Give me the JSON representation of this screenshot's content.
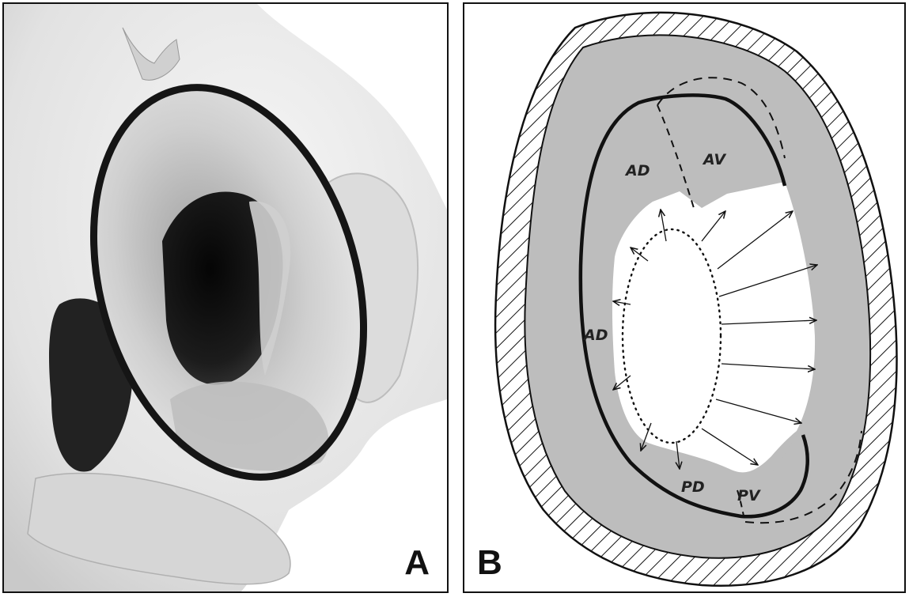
{
  "panels": [
    {
      "id": "A",
      "label": "A",
      "content": "photograph"
    },
    {
      "id": "B",
      "label": "B",
      "content": "schematic drawing"
    }
  ],
  "diagram": {
    "region_labels": {
      "ad_upper": "AD",
      "av": "AV",
      "ad_left": "AD",
      "pd": "PD",
      "pv": "PV"
    },
    "colors": {
      "fill_gray": "#bdbdbd",
      "stroke": "#111111",
      "background": "#ffffff"
    }
  }
}
